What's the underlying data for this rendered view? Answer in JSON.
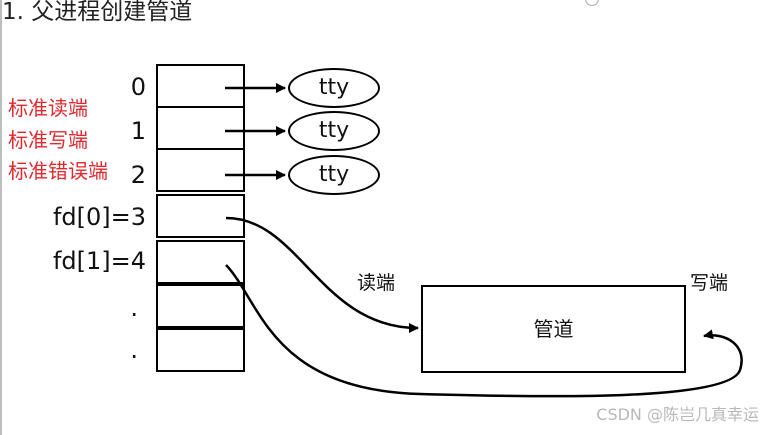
{
  "title": "1. 父进程创建管道",
  "std_labels": [
    "标准读端",
    "标准写端",
    "标准错误端"
  ],
  "fd_labels": [
    "0",
    "1",
    "2",
    "fd[0]=3",
    "fd[1]=4",
    ".",
    "."
  ],
  "tty_labels": [
    "tty",
    "tty",
    "tty"
  ],
  "pipe": {
    "label": "管道",
    "read_end": "读端",
    "write_end": "写端"
  },
  "watermark": "CSDN @陈岂几真幸运"
}
